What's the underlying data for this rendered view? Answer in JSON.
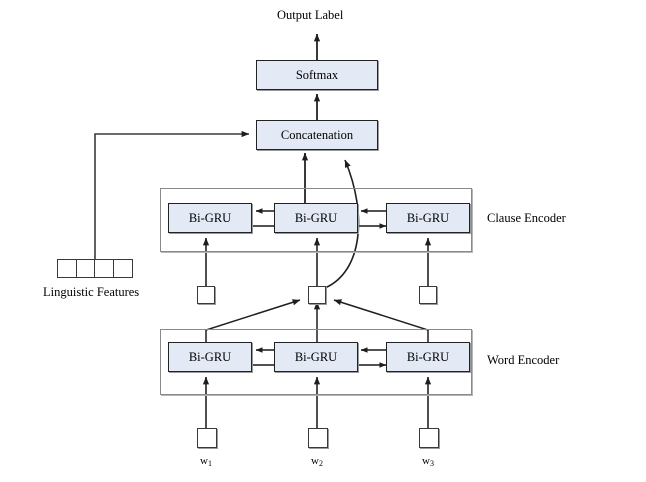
{
  "diagram": {
    "title_label": "Output Label",
    "nodes": {
      "softmax": "Softmax",
      "concatenation": "Concatenation",
      "clause_gru_left": "Bi-GRU",
      "clause_gru_mid": "Bi-GRU",
      "clause_gru_right": "Bi-GRU",
      "word_gru_left": "Bi-GRU",
      "word_gru_mid": "Bi-GRU",
      "word_gru_right": "Bi-GRU"
    },
    "section_labels": {
      "clause_encoder": "Clause Encoder",
      "word_encoder": "Word Encoder"
    },
    "features": {
      "label": "Linguistic Features",
      "cells": 4
    },
    "word_inputs": [
      {
        "base": "w",
        "sub": "1"
      },
      {
        "base": "w",
        "sub": "2"
      },
      {
        "base": "w",
        "sub": "3"
      }
    ],
    "colors": {
      "node_fill": "#e3eaf5",
      "node_stroke": "#222222",
      "container_stroke": "#8a8a8a",
      "wire": "#333333",
      "background": "#ffffff"
    }
  }
}
